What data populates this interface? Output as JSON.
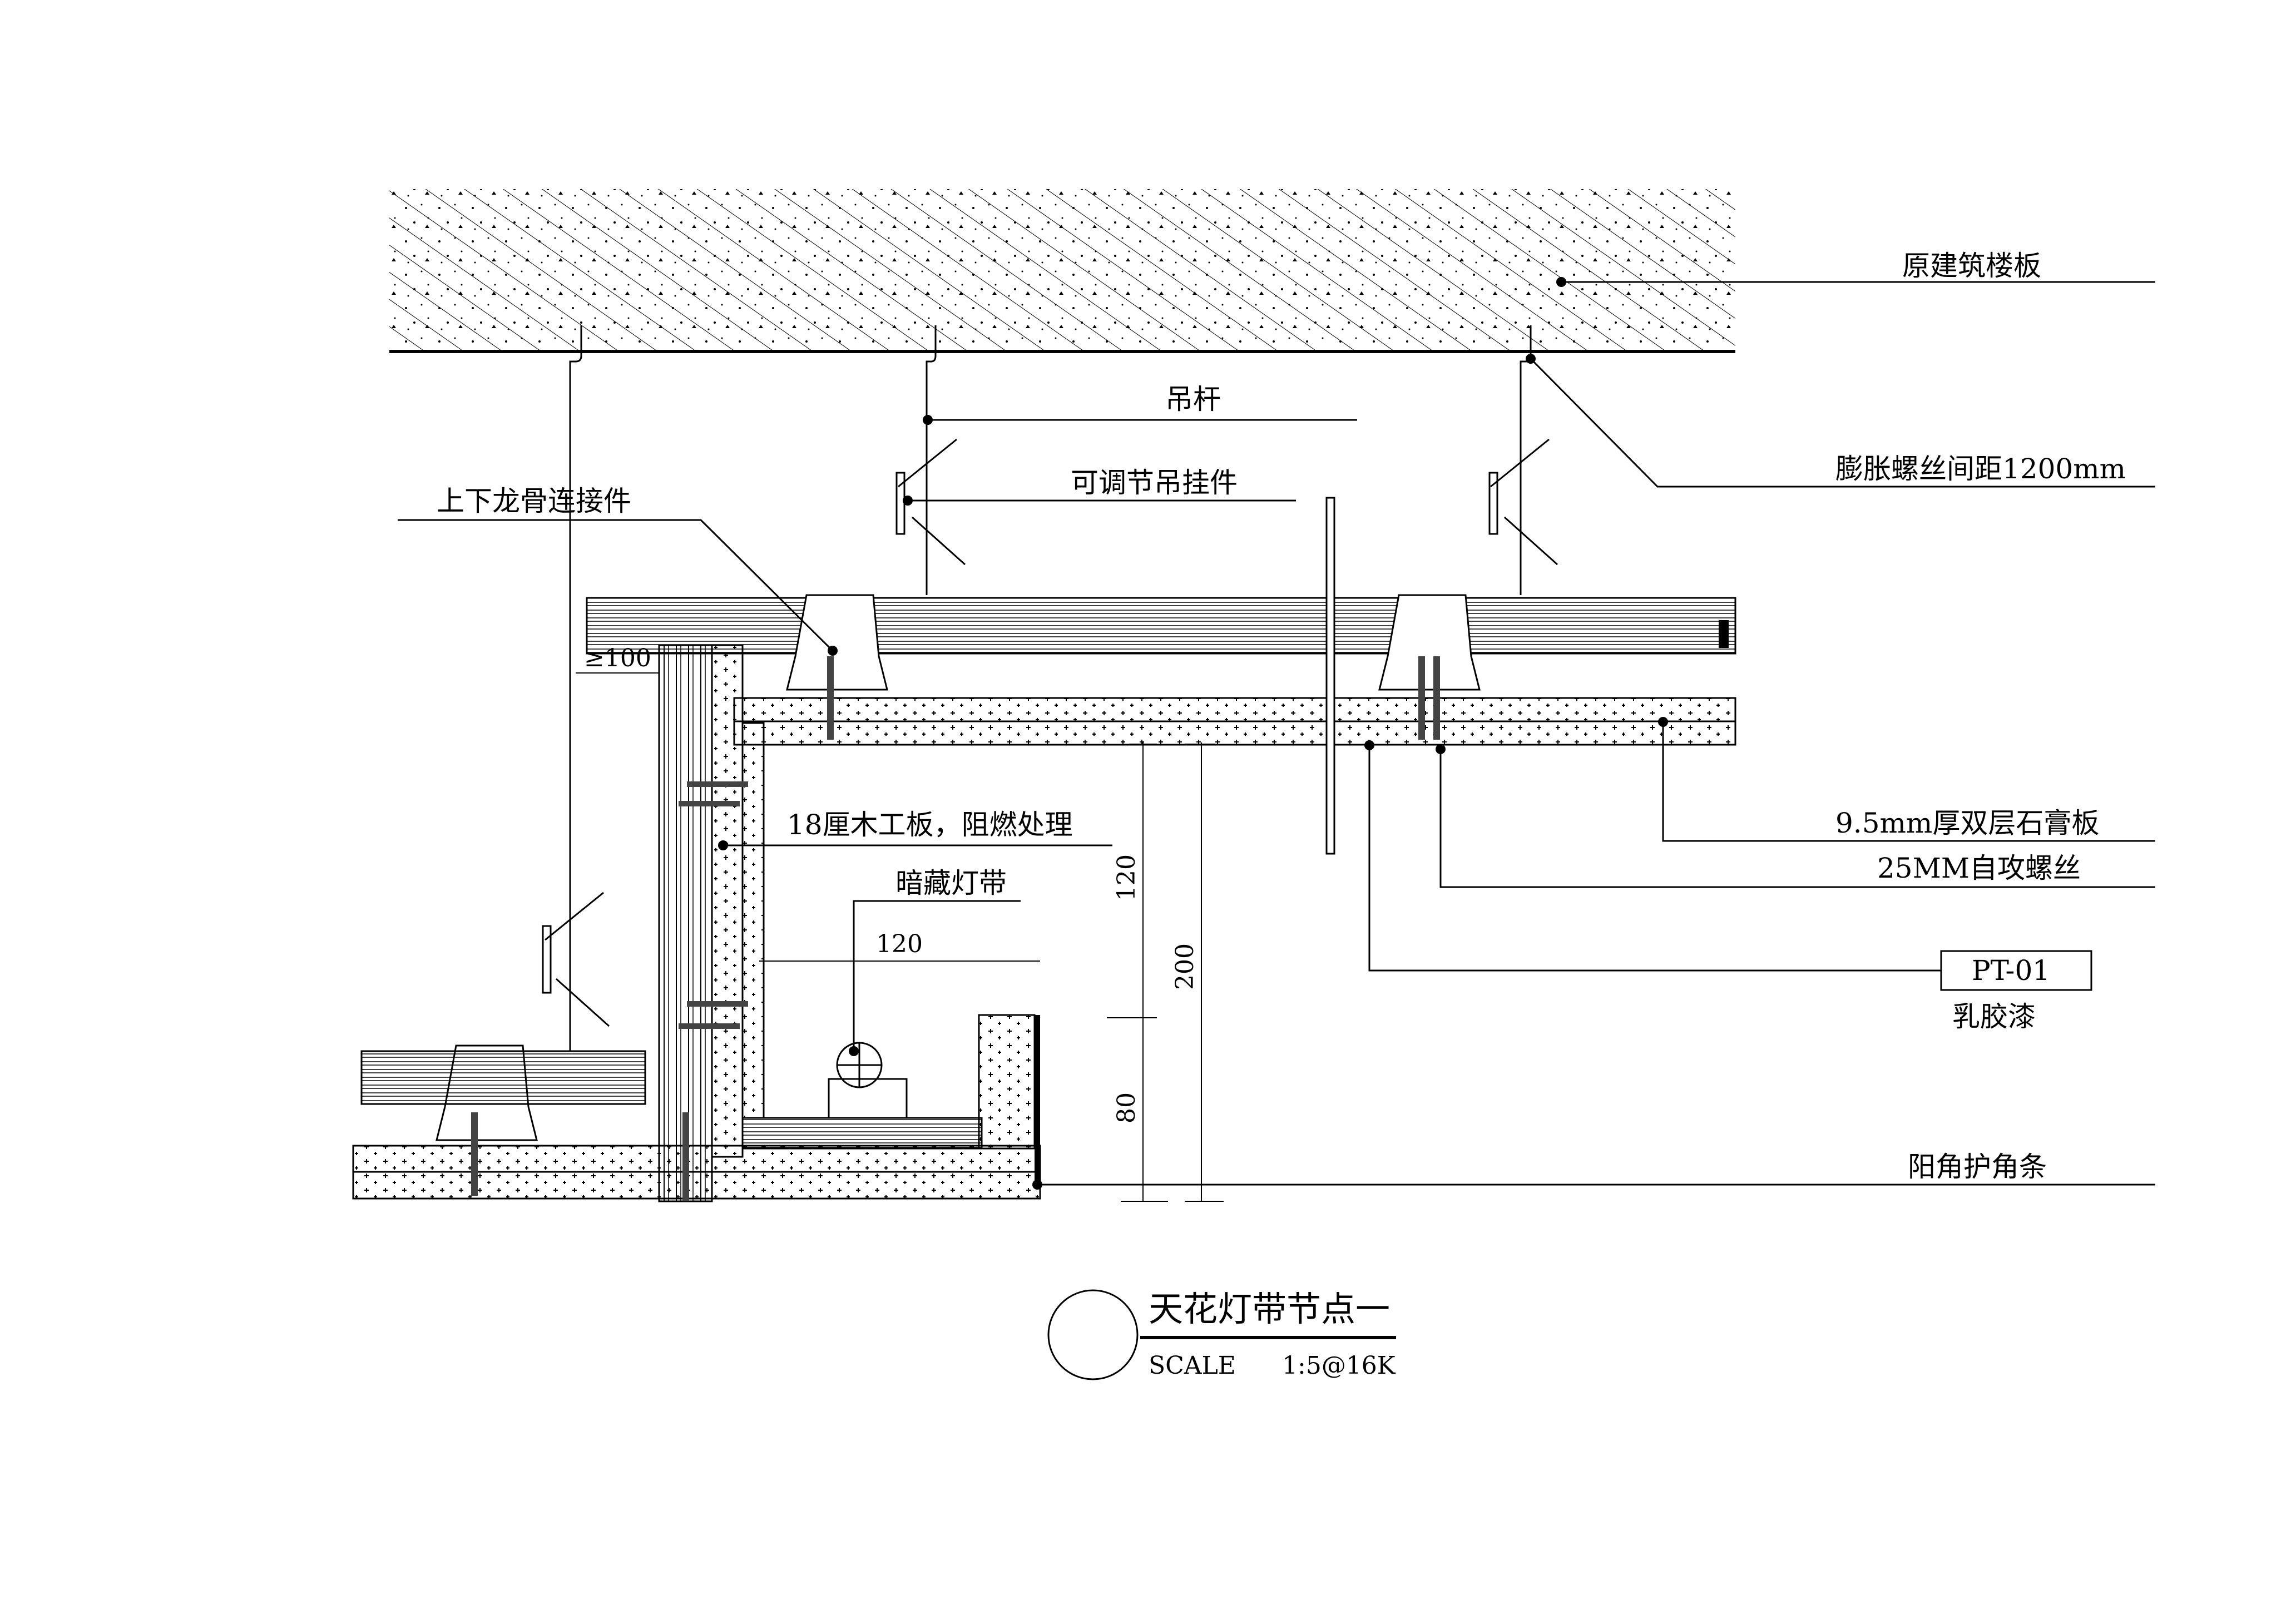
{
  "drawing": {
    "title": "天花灯带节点一",
    "scale_label": "SCALE",
    "scale_value": "1:5@16K"
  },
  "labels": {
    "floor_slab": "原建筑楼板",
    "hanger_rod": "吊杆",
    "expansion_bolt": "膨胀螺丝间距1200mm",
    "adjustable_hanger": "可调节吊挂件",
    "keel_connector": "上下龙骨连接件",
    "gypsum_board": "9.5mm厚双层石膏板",
    "tapping_screw": "25MM自攻螺丝",
    "paint_code": "PT-01",
    "paint_name": "乳胶漆",
    "wood_board": "18厘木工板，阻燃处理",
    "hidden_light": "暗藏灯带",
    "corner_guard": "阳角护角条"
  },
  "dimensions": {
    "offset_min": "≥100",
    "light_width": "120",
    "upper_drop": "120",
    "lower_drop": "80",
    "total_drop": "200"
  }
}
